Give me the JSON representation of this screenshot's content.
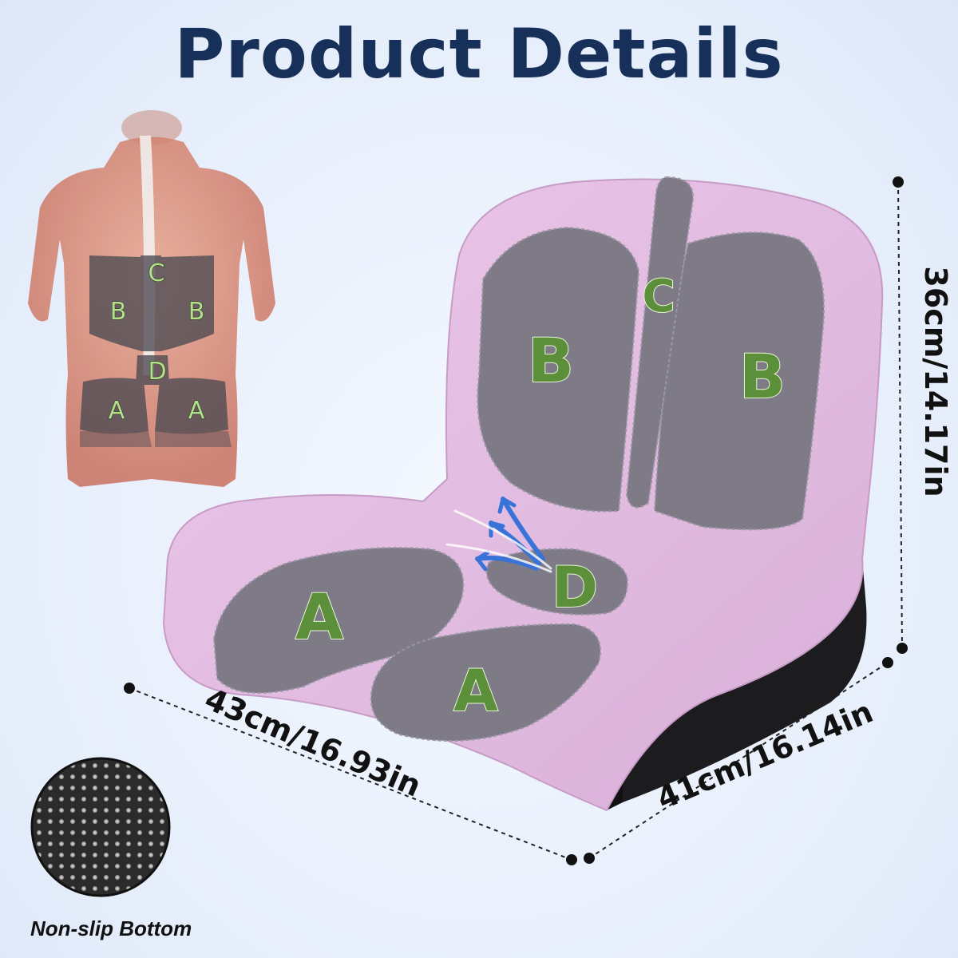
{
  "title": "Product Details",
  "dimensions": {
    "height": "36cm/14.17in",
    "depth": "43cm/16.93in",
    "width": "41cm/16.14in"
  },
  "caption": "Non-slip Bottom",
  "cushion_zones": {
    "seat_left": "A",
    "seat_right": "A",
    "back_left": "B",
    "back_right": "B",
    "spine": "C",
    "tailbone": "D"
  },
  "body_zones": {
    "spine": "C",
    "back_left": "B",
    "back_right": "B",
    "lumbar": "D",
    "hip_left": "A",
    "hip_right": "A"
  },
  "colors": {
    "title": "#17305a",
    "cushion": "#e4bfe2",
    "zone": "#7e7a86",
    "label": "#5c8f3a"
  }
}
